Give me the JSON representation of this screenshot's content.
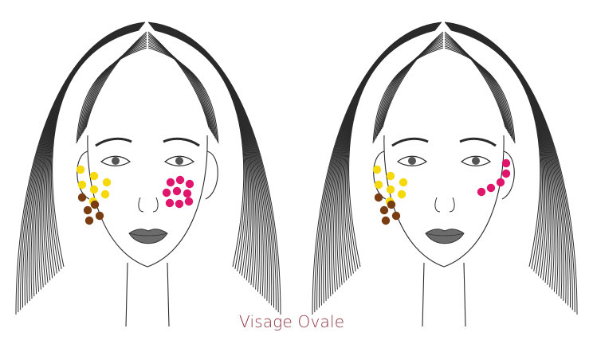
{
  "caption": "Visage Ovale",
  "colors": {
    "caption": "#8e3340",
    "highlighter": "#f5d90a",
    "contour": "#7a3d12",
    "blush": "#e0156c",
    "line": "#2b2b2b"
  },
  "illustrations": [
    {
      "name": "face-left",
      "icon": "woman-face-line-drawing",
      "highlighter_dots": 7,
      "contour_dots": 5,
      "blush_pattern": "rosette",
      "blush_dots": 9
    },
    {
      "name": "face-right",
      "icon": "woman-face-line-drawing",
      "highlighter_dots": 7,
      "contour_dots": 5,
      "blush_pattern": "diagonal-line",
      "blush_dots": 5
    }
  ]
}
